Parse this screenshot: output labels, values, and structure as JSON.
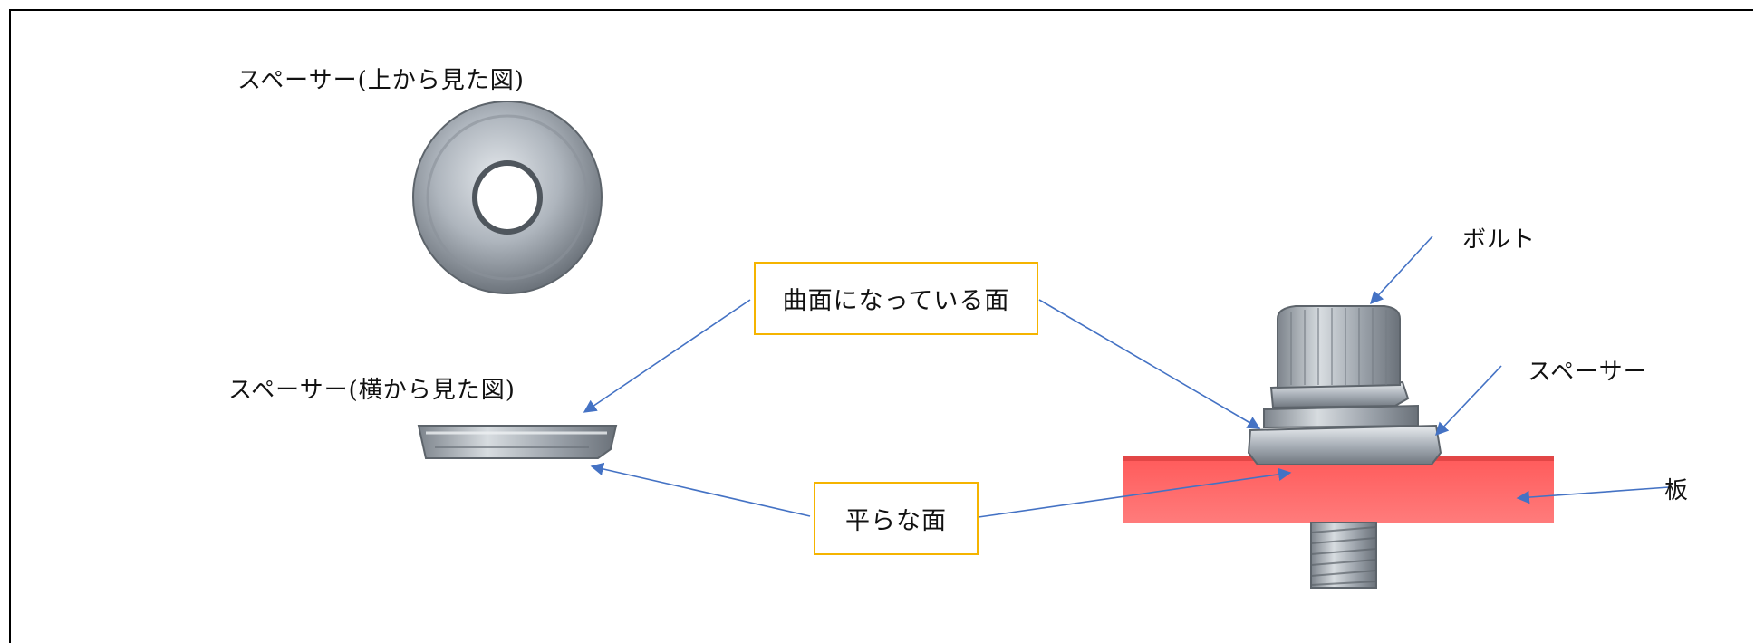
{
  "labels": {
    "top_view": "スペーサー(上から見た図)",
    "side_view": "スペーサー(横から見た図)",
    "bolt": "ボルト",
    "spacer": "スペーサー",
    "plate": "板"
  },
  "callouts": {
    "curved_surface": "曲面になっている面",
    "flat_surface": "平らな面"
  },
  "colors": {
    "callout_border": "#f5b400",
    "arrow": "#4472c4",
    "plate": "#ff6b6b",
    "metal": "#b9bfc6"
  }
}
